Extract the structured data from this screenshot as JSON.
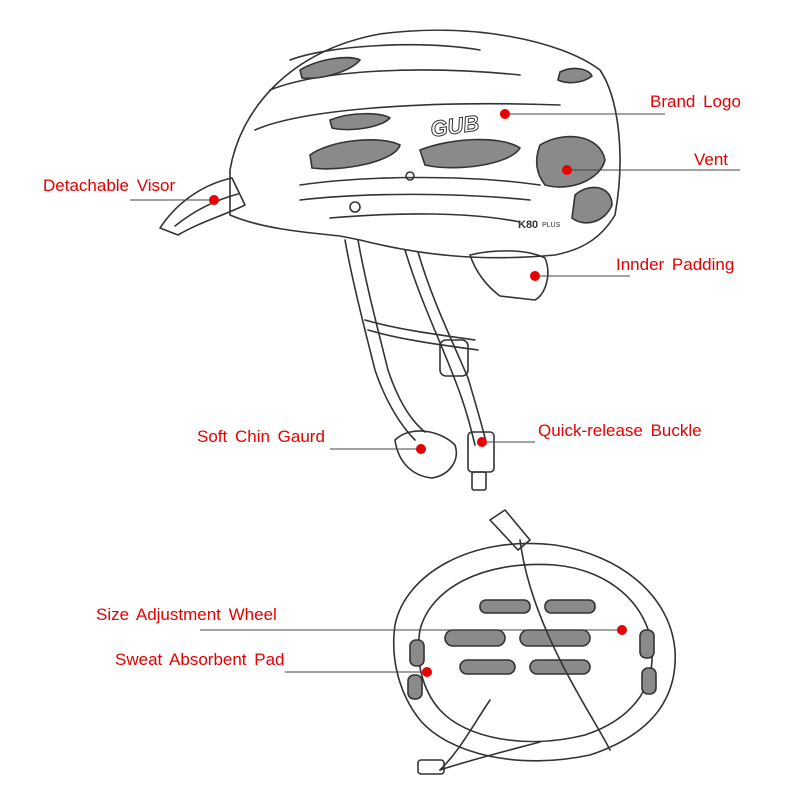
{
  "colors": {
    "label": "#e60000",
    "leader": "#444444",
    "dot": "#e60000",
    "sketch": "#333333",
    "vent_fill": "#8a8a8a"
  },
  "helmet_text": {
    "logo": "GUB",
    "model": "K80",
    "model_suffix": "PLUS"
  },
  "callouts": [
    {
      "key": "brand_logo",
      "text": "Brand Logo"
    },
    {
      "key": "vent",
      "text": "Vent"
    },
    {
      "key": "detachable_visor",
      "text": "Detachable Visor"
    },
    {
      "key": "inner_padding",
      "text": "Innder Padding"
    },
    {
      "key": "soft_chin_guard",
      "text": "Soft Chin Gaurd"
    },
    {
      "key": "quick_release_buckle",
      "text": "Quick-release Buckle"
    },
    {
      "key": "size_adjustment_wheel",
      "text": "Size Adjustment Wheel"
    },
    {
      "key": "sweat_absorbent_pad",
      "text": "Sweat Absorbent Pad"
    }
  ]
}
